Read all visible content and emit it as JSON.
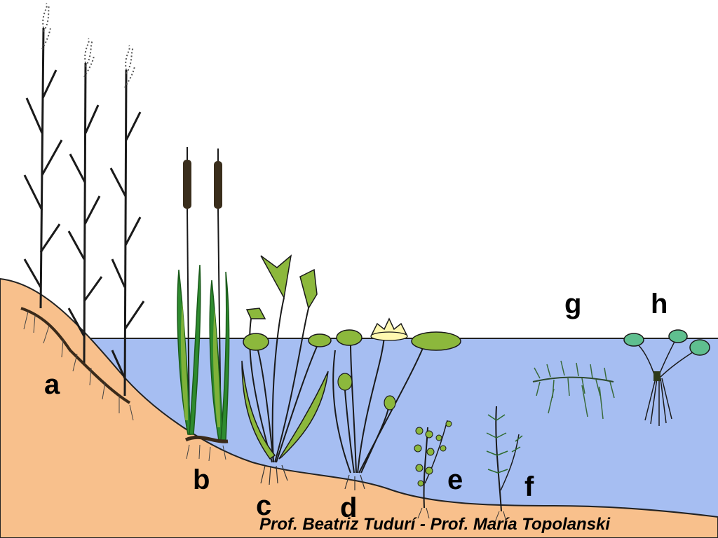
{
  "labels": {
    "a": "a",
    "b": "b",
    "c": "c",
    "d": "d",
    "e": "e",
    "f": "f",
    "g": "g",
    "h": "h"
  },
  "credit": "Prof. Beatriz Tudurí  -  Prof. María Topolanski",
  "colors": {
    "water": "#a6bef2",
    "soil": "#f8c08c",
    "plant_green": "#8cb83c",
    "dark_green": "#2e8b2e",
    "stem": "#1a1a1a",
    "cattail_head": "#3a2e1c",
    "lily_flower": "#fff8b0",
    "floating_leaf": "#5fbf8f"
  }
}
